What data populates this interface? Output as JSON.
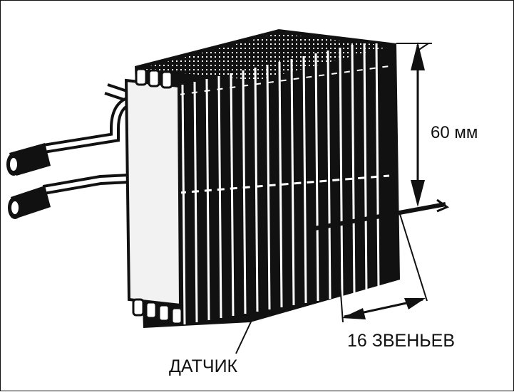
{
  "labels": {
    "dimension": "60 мм",
    "segments": "16 ЗВЕНЬЕВ",
    "sensor": "ДАТЧИК"
  },
  "colors": {
    "ink": "#111111",
    "paper": "#ffffff",
    "face": "#f2f2f2"
  }
}
